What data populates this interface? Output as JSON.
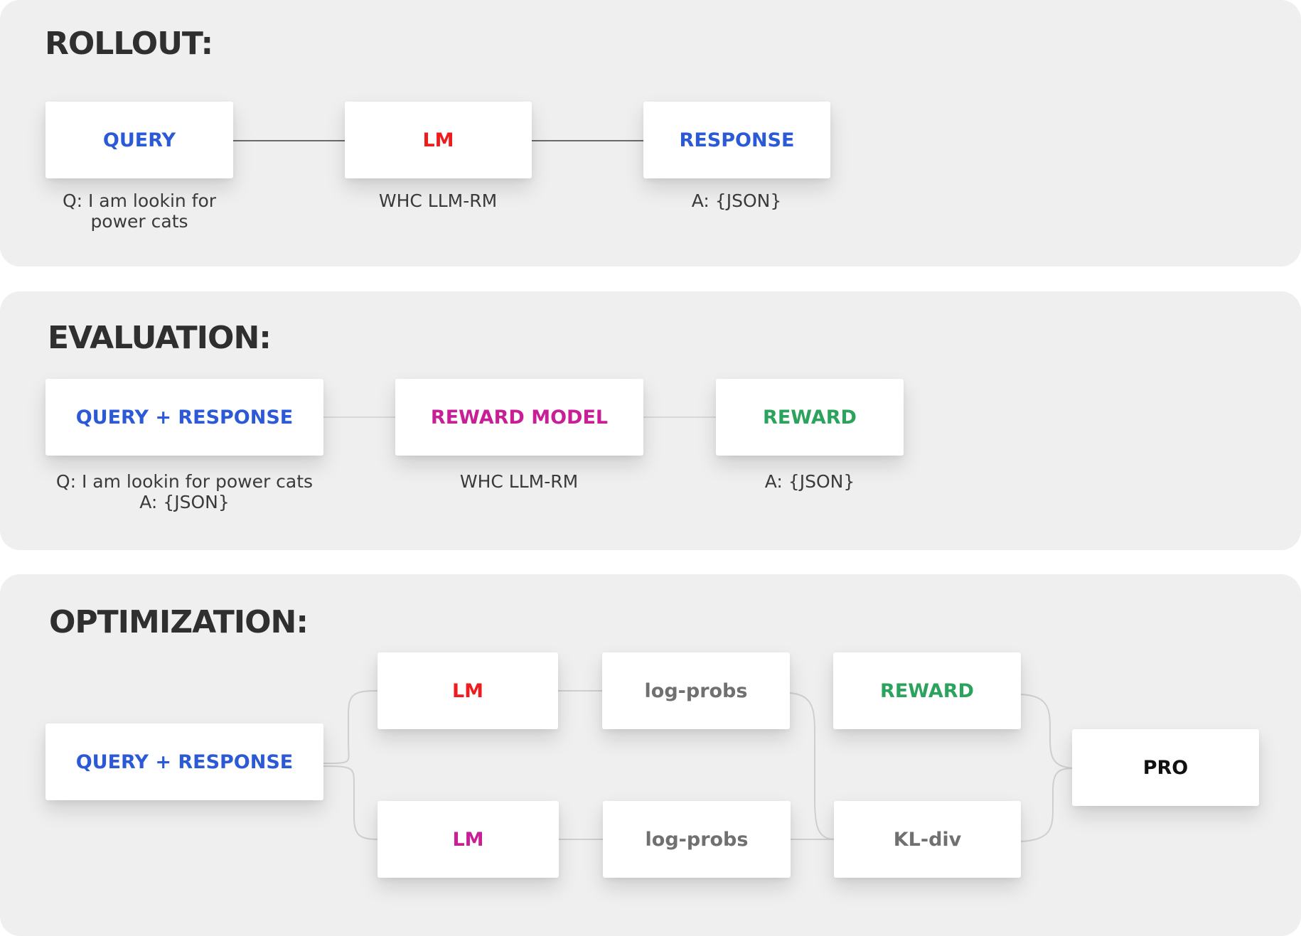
{
  "colors": {
    "blue": "#2c5ad6",
    "red": "#ee1c1c",
    "magenta": "#c81f96",
    "green": "#2ca35c",
    "gray": "#707070",
    "black": "#111111"
  },
  "rollout": {
    "title": "ROLLOUT:",
    "query": {
      "label": "QUERY",
      "caption_line1": "Q: I am lookin for",
      "caption_line2": "power cats"
    },
    "lm": {
      "label": "LM",
      "caption": "WHC LLM-RM"
    },
    "response": {
      "label": "RESPONSE",
      "caption": "A: {JSON}"
    }
  },
  "evaluation": {
    "title": "EVALUATION:",
    "query_response": {
      "label": "QUERY + RESPONSE",
      "caption_line1": "Q: I am lookin for power cats",
      "caption_line2": "A: {JSON}"
    },
    "reward_model": {
      "label": "REWARD MODEL",
      "caption": "WHC LLM-RM"
    },
    "reward": {
      "label": "REWARD",
      "caption": "A: {JSON}"
    }
  },
  "optimization": {
    "title": "OPTIMIZATION:",
    "query_response": {
      "label": "QUERY + RESPONSE"
    },
    "lm_top": {
      "label": "LM"
    },
    "lm_bottom": {
      "label": "LM"
    },
    "logprobs_top": {
      "label": "log-probs"
    },
    "logprobs_bottom": {
      "label": "log-probs"
    },
    "reward": {
      "label": "REWARD"
    },
    "kl_div": {
      "label": "KL-div"
    },
    "pro": {
      "label": "PRO"
    }
  }
}
